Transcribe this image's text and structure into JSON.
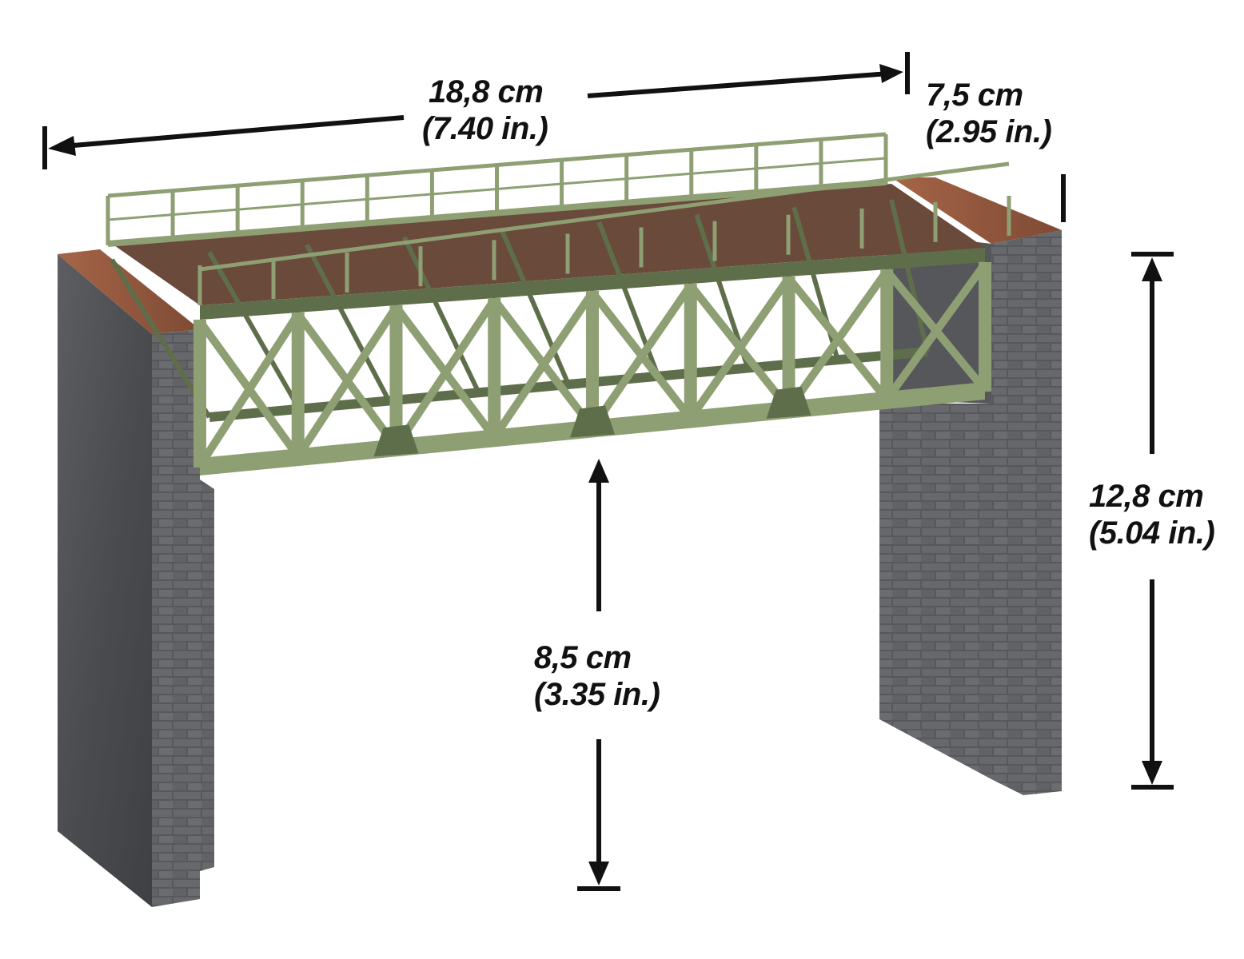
{
  "dimensions": {
    "length": {
      "metric": "18,8 cm",
      "imperial": "(7.40 in.)"
    },
    "width": {
      "metric": "7,5 cm",
      "imperial": "(2.95 in.)"
    },
    "height": {
      "metric": "12,8 cm",
      "imperial": "(5.04 in.)"
    },
    "clearance": {
      "metric": "8,5 cm",
      "imperial": "(3.35 in.)"
    }
  },
  "colors": {
    "background": "#ffffff",
    "truss": "#8e9f73",
    "truss_dark": "#5f6e4a",
    "deck_wood": "#6a4a3a",
    "stone": "#5a5c5f",
    "stone_dark": "#3f4144",
    "cap_stone": "#9a5a3e",
    "arrow": "#111111"
  }
}
